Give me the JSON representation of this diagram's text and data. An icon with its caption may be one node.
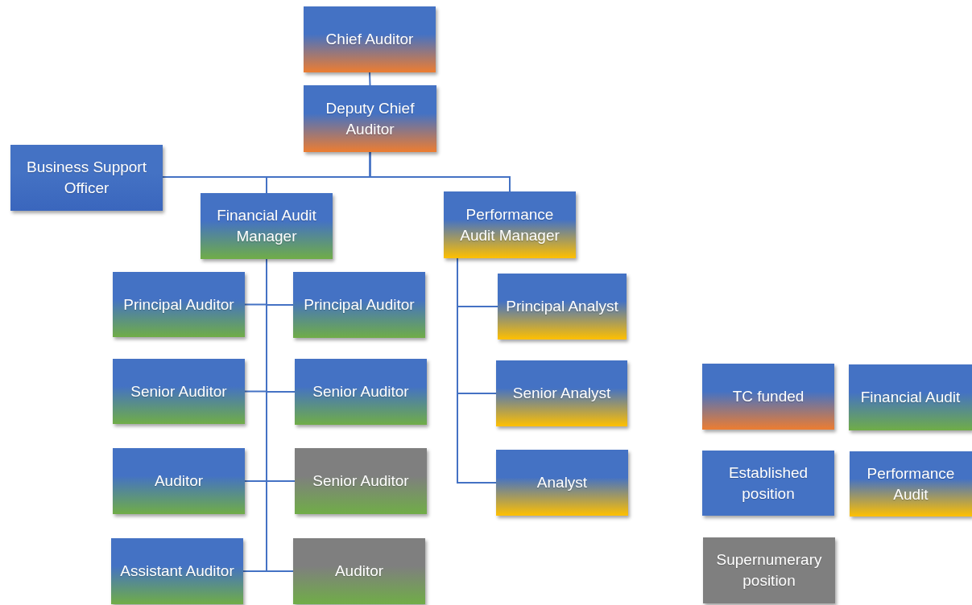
{
  "diagram": {
    "nodes": [
      {
        "text": [
          "Chief Auditor"
        ]
      },
      {
        "text": [
          "Deputy Chief Auditor"
        ]
      },
      {
        "text": [
          "Business Support Officer"
        ]
      },
      {
        "text": [
          "Financial Audit Manager"
        ]
      },
      {
        "text": [
          "Performance Audit Manager"
        ]
      },
      {
        "text": [
          "Principal Auditor"
        ]
      },
      {
        "text": [
          "Principal Auditor"
        ]
      },
      {
        "text": [
          "Senior Auditor"
        ]
      },
      {
        "text": [
          "Senior Auditor"
        ]
      },
      {
        "text": [
          "Auditor"
        ]
      },
      {
        "text": [
          "Senior Auditor"
        ]
      },
      {
        "text": [
          "Assistant Auditor"
        ]
      },
      {
        "text": [
          "Auditor"
        ]
      },
      {
        "text": [
          "Principal Analyst"
        ]
      },
      {
        "text": [
          "Senior Analyst"
        ]
      },
      {
        "text": [
          "Analyst"
        ]
      }
    ],
    "edges": [
      {
        "from": 0,
        "to": 1,
        "arrow": "none"
      },
      {
        "from": 1,
        "to": 2,
        "arrow": "none"
      },
      {
        "from": 1,
        "to": 3,
        "arrow": "none"
      },
      {
        "from": 1,
        "to": 4,
        "arrow": "none"
      },
      {
        "from": 3,
        "to": 5,
        "arrow": "none"
      },
      {
        "from": 3,
        "to": 6,
        "arrow": "none"
      },
      {
        "from": 3,
        "to": 7,
        "arrow": "none"
      },
      {
        "from": 3,
        "to": 8,
        "arrow": "none"
      },
      {
        "from": 3,
        "to": 9,
        "arrow": "none"
      },
      {
        "from": 3,
        "to": 10,
        "arrow": "none"
      },
      {
        "from": 3,
        "to": 11,
        "arrow": "none"
      },
      {
        "from": 3,
        "to": 12,
        "arrow": "none"
      },
      {
        "from": 4,
        "to": 13,
        "arrow": "none"
      },
      {
        "from": 4,
        "to": 14,
        "arrow": "none"
      },
      {
        "from": 4,
        "to": 15,
        "arrow": "none"
      }
    ],
    "legend": [
      {
        "text": "TC funded",
        "color": "#ed7d31"
      },
      {
        "text": "Financial Audit",
        "color": "#70ad47"
      },
      {
        "text": "Established position",
        "color": "#4472c4"
      },
      {
        "text": "Performance Audit",
        "color": "#ffc000"
      },
      {
        "text": "Supernumerary position",
        "color": "#7f7f7f"
      }
    ]
  }
}
